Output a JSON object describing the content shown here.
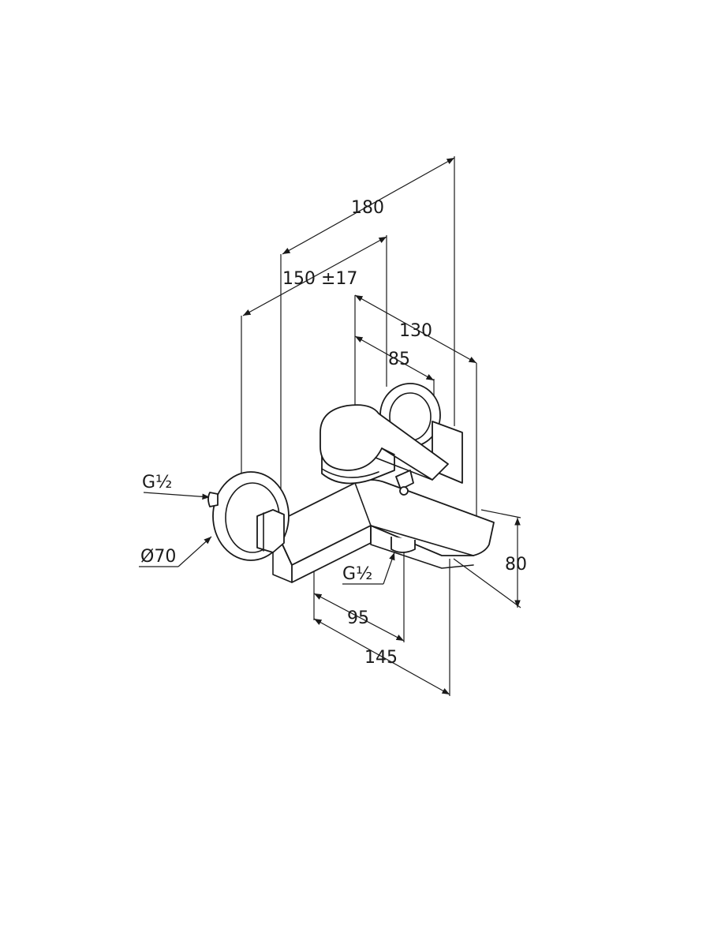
{
  "dimensions": {
    "d180": "180",
    "d150": "150 ±17",
    "d130": "130",
    "d85": "85",
    "d80": "80",
    "d95": "95",
    "d145": "145",
    "g_left": "G½",
    "g_bottom": "G½",
    "dia": "Ø70"
  }
}
